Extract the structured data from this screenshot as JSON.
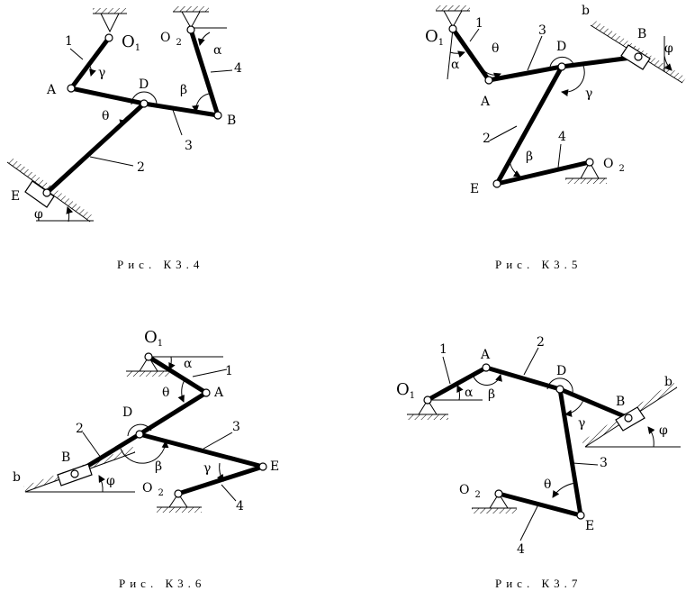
{
  "figures": [
    {
      "caption": "Рис. К3.4",
      "labels": {
        "O1": "O",
        "O1_sub": "1",
        "O2": "O",
        "O2_sub": "2",
        "A": "A",
        "B": "B",
        "D": "D",
        "E": "E",
        "n1": "1",
        "n2": "2",
        "n3": "3",
        "n4": "4",
        "alpha": "α",
        "beta": "β",
        "gamma": "γ",
        "theta": "θ",
        "phi": "φ"
      }
    },
    {
      "caption": "Рис. К3.5",
      "labels": {
        "O1": "O",
        "O1_sub": "1",
        "O2": "O",
        "O2_sub": "2",
        "A": "A",
        "B": "B",
        "D": "D",
        "E": "E",
        "b": "b",
        "n1": "1",
        "n2": "2",
        "n3": "3",
        "n4": "4",
        "alpha": "α",
        "beta": "β",
        "gamma": "γ",
        "theta": "θ",
        "phi": "φ"
      }
    },
    {
      "caption": "Рис. К3.6",
      "labels": {
        "O1": "O",
        "O1_sub": "1",
        "O2": "O",
        "O2_sub": "2",
        "A": "A",
        "B": "B",
        "D": "D",
        "E": "E",
        "b": "b",
        "n1": "1",
        "n2": "2",
        "n3": "3",
        "n4": "4",
        "alpha": "α",
        "beta": "β",
        "gamma": "γ",
        "theta": "θ",
        "phi": "φ"
      }
    },
    {
      "caption": "Рис. К3.7",
      "labels": {
        "O1": "O",
        "O1_sub": "1",
        "O2": "O",
        "O2_sub": "2",
        "A": "A",
        "B": "B",
        "D": "D",
        "E": "E",
        "b": "b",
        "n1": "1",
        "n2": "2",
        "n3": "3",
        "n4": "4",
        "alpha": "α",
        "beta": "β",
        "gamma": "γ",
        "theta": "θ",
        "phi": "φ"
      }
    }
  ]
}
